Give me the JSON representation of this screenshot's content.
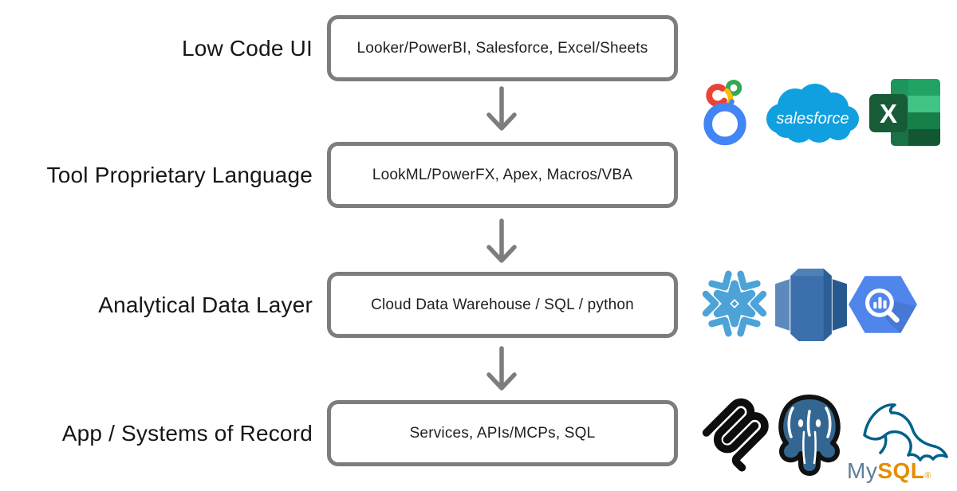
{
  "diagram": {
    "layers": [
      {
        "label": "Low Code UI",
        "box_text": "Looker/PowerBI, Salesforce, Excel/Sheets"
      },
      {
        "label": "Tool Proprietary Language",
        "box_text": "LookML/PowerFX, Apex, Macros/VBA"
      },
      {
        "label": "Analytical Data Layer",
        "box_text": "Cloud Data Warehouse / SQL / python"
      },
      {
        "label": "App / Systems of Record",
        "box_text": "Services, APIs/MCPs, SQL"
      }
    ],
    "logo_rows": {
      "row1": [
        "looker-logo",
        "salesforce-logo",
        "excel-logo"
      ],
      "row3": [
        "snowflake-logo",
        "redshift-logo",
        "bigquery-logo"
      ],
      "row4": [
        "mcp-logo",
        "postgresql-logo",
        "mysql-logo"
      ]
    }
  },
  "logo_text": {
    "salesforce": "salesforce",
    "excel_x": "X",
    "mysql_my": "My",
    "mysql_sql": "SQL",
    "mysql_reg": "®"
  },
  "colors": {
    "box_border": "#7d7d7d",
    "arrow": "#7d7d7d",
    "label_text": "#161616",
    "box_text": "#1f1f1f",
    "salesforce_blue": "#10A0DF",
    "excel_green_dark": "#185C37",
    "excel_green": "#21A366",
    "excel_green_light": "#41C586",
    "looker_blue": "#4285F4",
    "looker_red": "#EA4335",
    "looker_green": "#34A853",
    "looker_yellow": "#FBBC05",
    "snowflake_blue": "#4DA3D8",
    "redshift_blue": "#3C70AD",
    "bigquery_blue": "#5086EC",
    "mcp_black": "#0d0d0d",
    "postgres_blue": "#336791",
    "mysql_blue": "#00618A",
    "mysql_orange": "#E48E00"
  }
}
